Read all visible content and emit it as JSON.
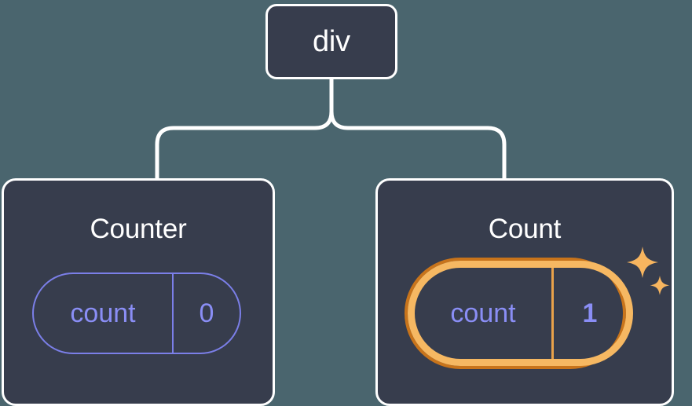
{
  "canvas": {
    "background_color": "#4a656e",
    "node_fill_color": "#373d4d",
    "node_border_color": "#ffffff",
    "edge_color": "#ffffff",
    "hook_color": "#7b7fe8",
    "highlight_outer_color": "#c8741b",
    "highlight_inner_color": "#f6b862",
    "sparkle_color": "#f7b55f"
  },
  "tree": {
    "root": {
      "label": "div"
    },
    "children": [
      {
        "title": "Counter",
        "hook": {
          "name": "count",
          "value": "0",
          "highlighted": false
        }
      },
      {
        "title": "Count",
        "hook": {
          "name": "count",
          "value": "1",
          "highlighted": true
        },
        "sparkle_icons": [
          "sparkle-large",
          "sparkle-small"
        ]
      }
    ]
  }
}
